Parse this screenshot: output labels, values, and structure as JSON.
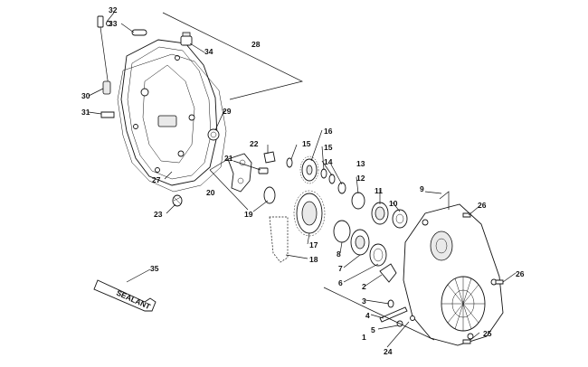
{
  "callouts": [
    "1",
    "2",
    "3",
    "4",
    "5",
    "6",
    "7",
    "8",
    "9",
    "10",
    "11",
    "12",
    "13",
    "14",
    "15",
    "15",
    "16",
    "17",
    "18",
    "19",
    "20",
    "21",
    "22",
    "23",
    "24",
    "25",
    "26",
    "26",
    "27",
    "28",
    "29",
    "30",
    "31",
    "32",
    "33",
    "34",
    "35"
  ],
  "sealant_text": "SEALANT"
}
